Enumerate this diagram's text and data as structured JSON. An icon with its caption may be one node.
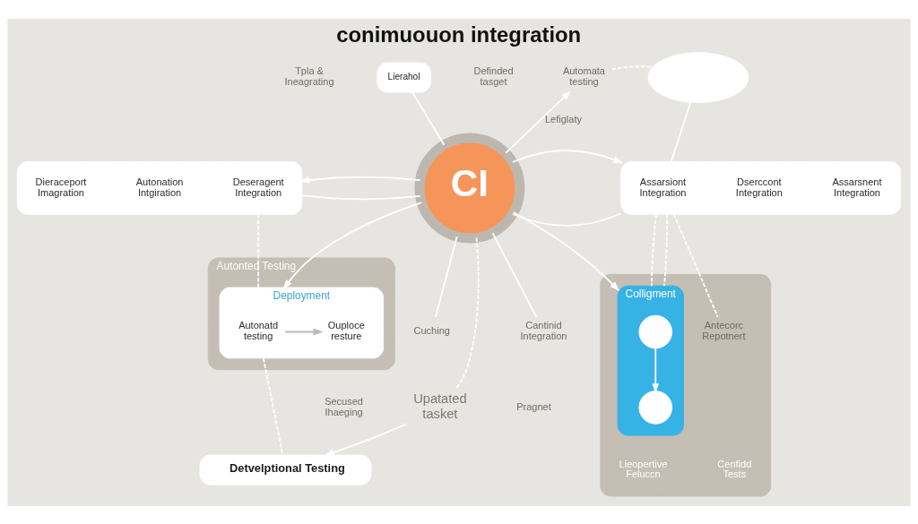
{
  "diagram": {
    "title": "conimuouon integration",
    "nodes": [
      {
        "text": [
          "Tpla & Ineagrating"
        ]
      },
      {
        "text": [
          "Lierahol"
        ]
      },
      {
        "text": [
          "Definded tasget"
        ]
      },
      {
        "text": [
          "Automata testing"
        ]
      },
      {
        "text": [],
        "shape": "cloud"
      },
      {
        "text": [],
        "shape": "box"
      },
      {
        "text": [
          "Dieraceport Imagration"
        ],
        "in": 5
      },
      {
        "text": [
          "Autonation Intgiration"
        ],
        "in": 5
      },
      {
        "text": [
          "Deseragent Integration"
        ],
        "in": 5
      },
      {
        "text": [
          "CI"
        ]
      },
      {
        "text": [],
        "shape": "box"
      },
      {
        "text": [
          "Assarsiont Integration"
        ],
        "in": 10
      },
      {
        "text": [
          "Dserccont Integration"
        ],
        "in": 10
      },
      {
        "text": [
          "Assarsnent Integration"
        ],
        "in": 10
      },
      {
        "text": [
          "Autonted Testing"
        ]
      },
      {
        "text": [
          "Deployment"
        ],
        "in": 14
      },
      {
        "text": [
          "Autonatd testing"
        ],
        "in": 15
      },
      {
        "text": [
          "Ouploce resture"
        ],
        "in": 15
      },
      {
        "text": [
          "Cuching"
        ]
      },
      {
        "text": [
          "Cantinid Integration"
        ]
      },
      {
        "text": [
          "Secused Ihaeging"
        ]
      },
      {
        "text": [
          "Upatated tasket"
        ]
      },
      {
        "text": [
          "Pragnet"
        ]
      },
      {
        "text": [],
        "shape": "box"
      },
      {
        "text": [
          "Antecorc Repotnert"
        ],
        "in": 23
      },
      {
        "text": [
          "Colligment"
        ],
        "in": 23
      },
      {
        "text": [],
        "shape": "person",
        "in": 25
      },
      {
        "text": [],
        "shape": "circle",
        "in": 25
      },
      {
        "text": [
          "Detvelptional Testing"
        ]
      }
    ],
    "edges": [
      {
        "from": 1,
        "to": 9,
        "arrow": "none"
      },
      {
        "from": 9,
        "to": 5,
        "arrow": "none"
      },
      {
        "from": 9,
        "to": 10,
        "arrow": "none"
      },
      {
        "from": 4,
        "to": 10,
        "arrow": "none"
      },
      {
        "from": 9,
        "to": 3,
        "arrow": "to",
        "label": "Lefiglaty"
      },
      {
        "from": 3,
        "to": 4,
        "arrow": "none",
        "style": "dashed"
      },
      {
        "from": 9,
        "to": 5,
        "arrow": "to"
      },
      {
        "from": 9,
        "to": 10,
        "arrow": "to"
      },
      {
        "from": 9,
        "to": 15,
        "arrow": "to"
      },
      {
        "from": 9,
        "to": 25,
        "arrow": "to"
      },
      {
        "from": 9,
        "to": 18,
        "arrow": "none"
      },
      {
        "from": 9,
        "to": 19,
        "arrow": "none"
      },
      {
        "from": 9,
        "to": 21,
        "arrow": "none",
        "style": "dashed"
      },
      {
        "from": 21,
        "to": 28,
        "arrow": "to"
      },
      {
        "from": 5,
        "to": 15,
        "arrow": "none",
        "style": "dashed"
      },
      {
        "from": 15,
        "to": 28,
        "arrow": "none",
        "style": "dashed"
      },
      {
        "from": 16,
        "to": 17,
        "arrow": "to",
        "color": "#b9b9b9"
      },
      {
        "from": 10,
        "to": 25,
        "arrow": "none",
        "style": "dashed"
      },
      {
        "from": 10,
        "to": 25,
        "arrow": "none",
        "style": "dashed"
      },
      {
        "from": 10,
        "to": 24,
        "arrow": "none",
        "style": "dashed"
      },
      {
        "from": 26,
        "to": 27,
        "arrow": "to"
      }
    ],
    "labels": [
      "Lieopertive Feluccn",
      "Cenfidd Tests"
    ]
  }
}
